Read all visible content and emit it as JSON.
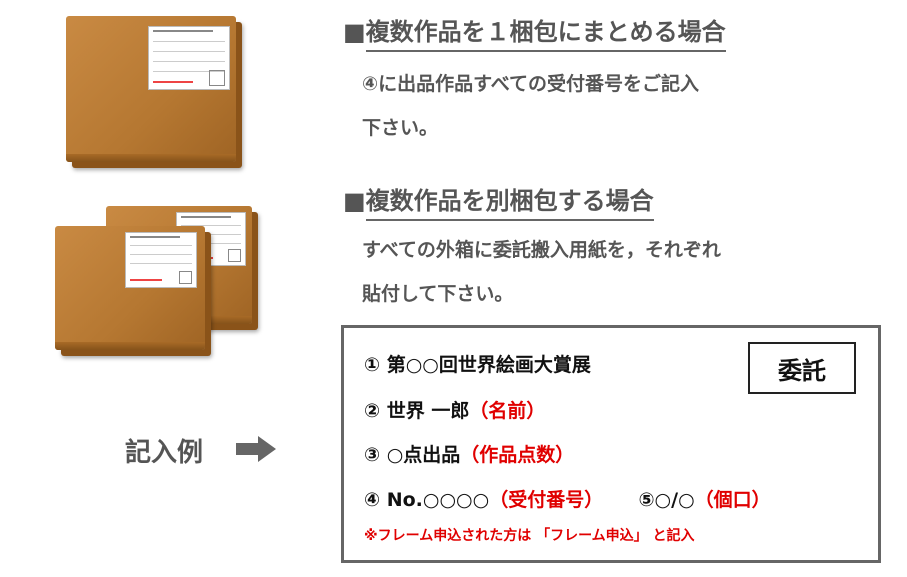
{
  "section1": {
    "bullet": "■",
    "heading": "複数作品を１梱包にまとめる場合",
    "desc_line1": "④に出品作品すべての受付番号をご記入",
    "desc_line2": "下さい。"
  },
  "section2": {
    "bullet": "■",
    "heading": "複数作品を別梱包する場合",
    "desc_line1": "すべての外箱に委託搬入用紙を，それぞれ",
    "desc_line2": "貼付して下さい。"
  },
  "example": {
    "label": "記入例",
    "arrow_icon": "right-arrow-icon"
  },
  "form": {
    "line1": "① 第○○回世界絵画大賞展",
    "stamp": "委託",
    "line2_main": "② 世界 一郎",
    "line2_note": "（名前）",
    "line3_main": "③ ○点出品",
    "line3_note": "（作品点数）",
    "line4_main": "④ No.○○○○",
    "line4_note": "（受付番号）",
    "line4b_main": "⑤○/○",
    "line4b_note": "（個口）",
    "footnote": "※フレーム申込された方は 「フレーム申込」 と記入"
  },
  "colors": {
    "box": "#b57731",
    "text": "#555555",
    "accent_red": "#e00000",
    "border": "#666666"
  }
}
